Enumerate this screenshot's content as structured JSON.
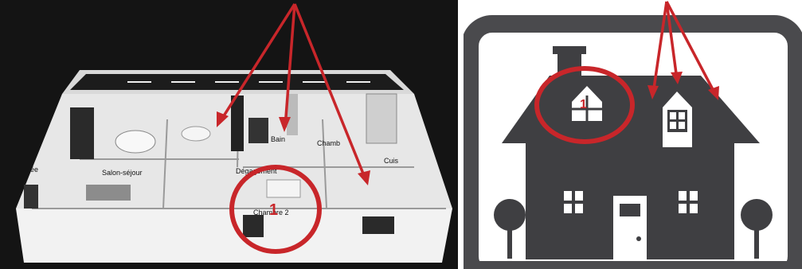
{
  "left_panel": {
    "room_labels": {
      "salon": "Salon-séjour",
      "chambre2": "Chambre 2",
      "chambre": "Chamb",
      "degagement": "Dégagement",
      "bain": "Bain",
      "cuisine": "Cuis",
      "edge": "ée"
    },
    "marker_number": "1"
  },
  "right_panel": {
    "marker_number": "1"
  },
  "colors": {
    "annotation_red": "#c8262a",
    "house_gray": "#3f3f42",
    "frame_gray": "#4a4a4d",
    "background_dark": "#141414"
  }
}
